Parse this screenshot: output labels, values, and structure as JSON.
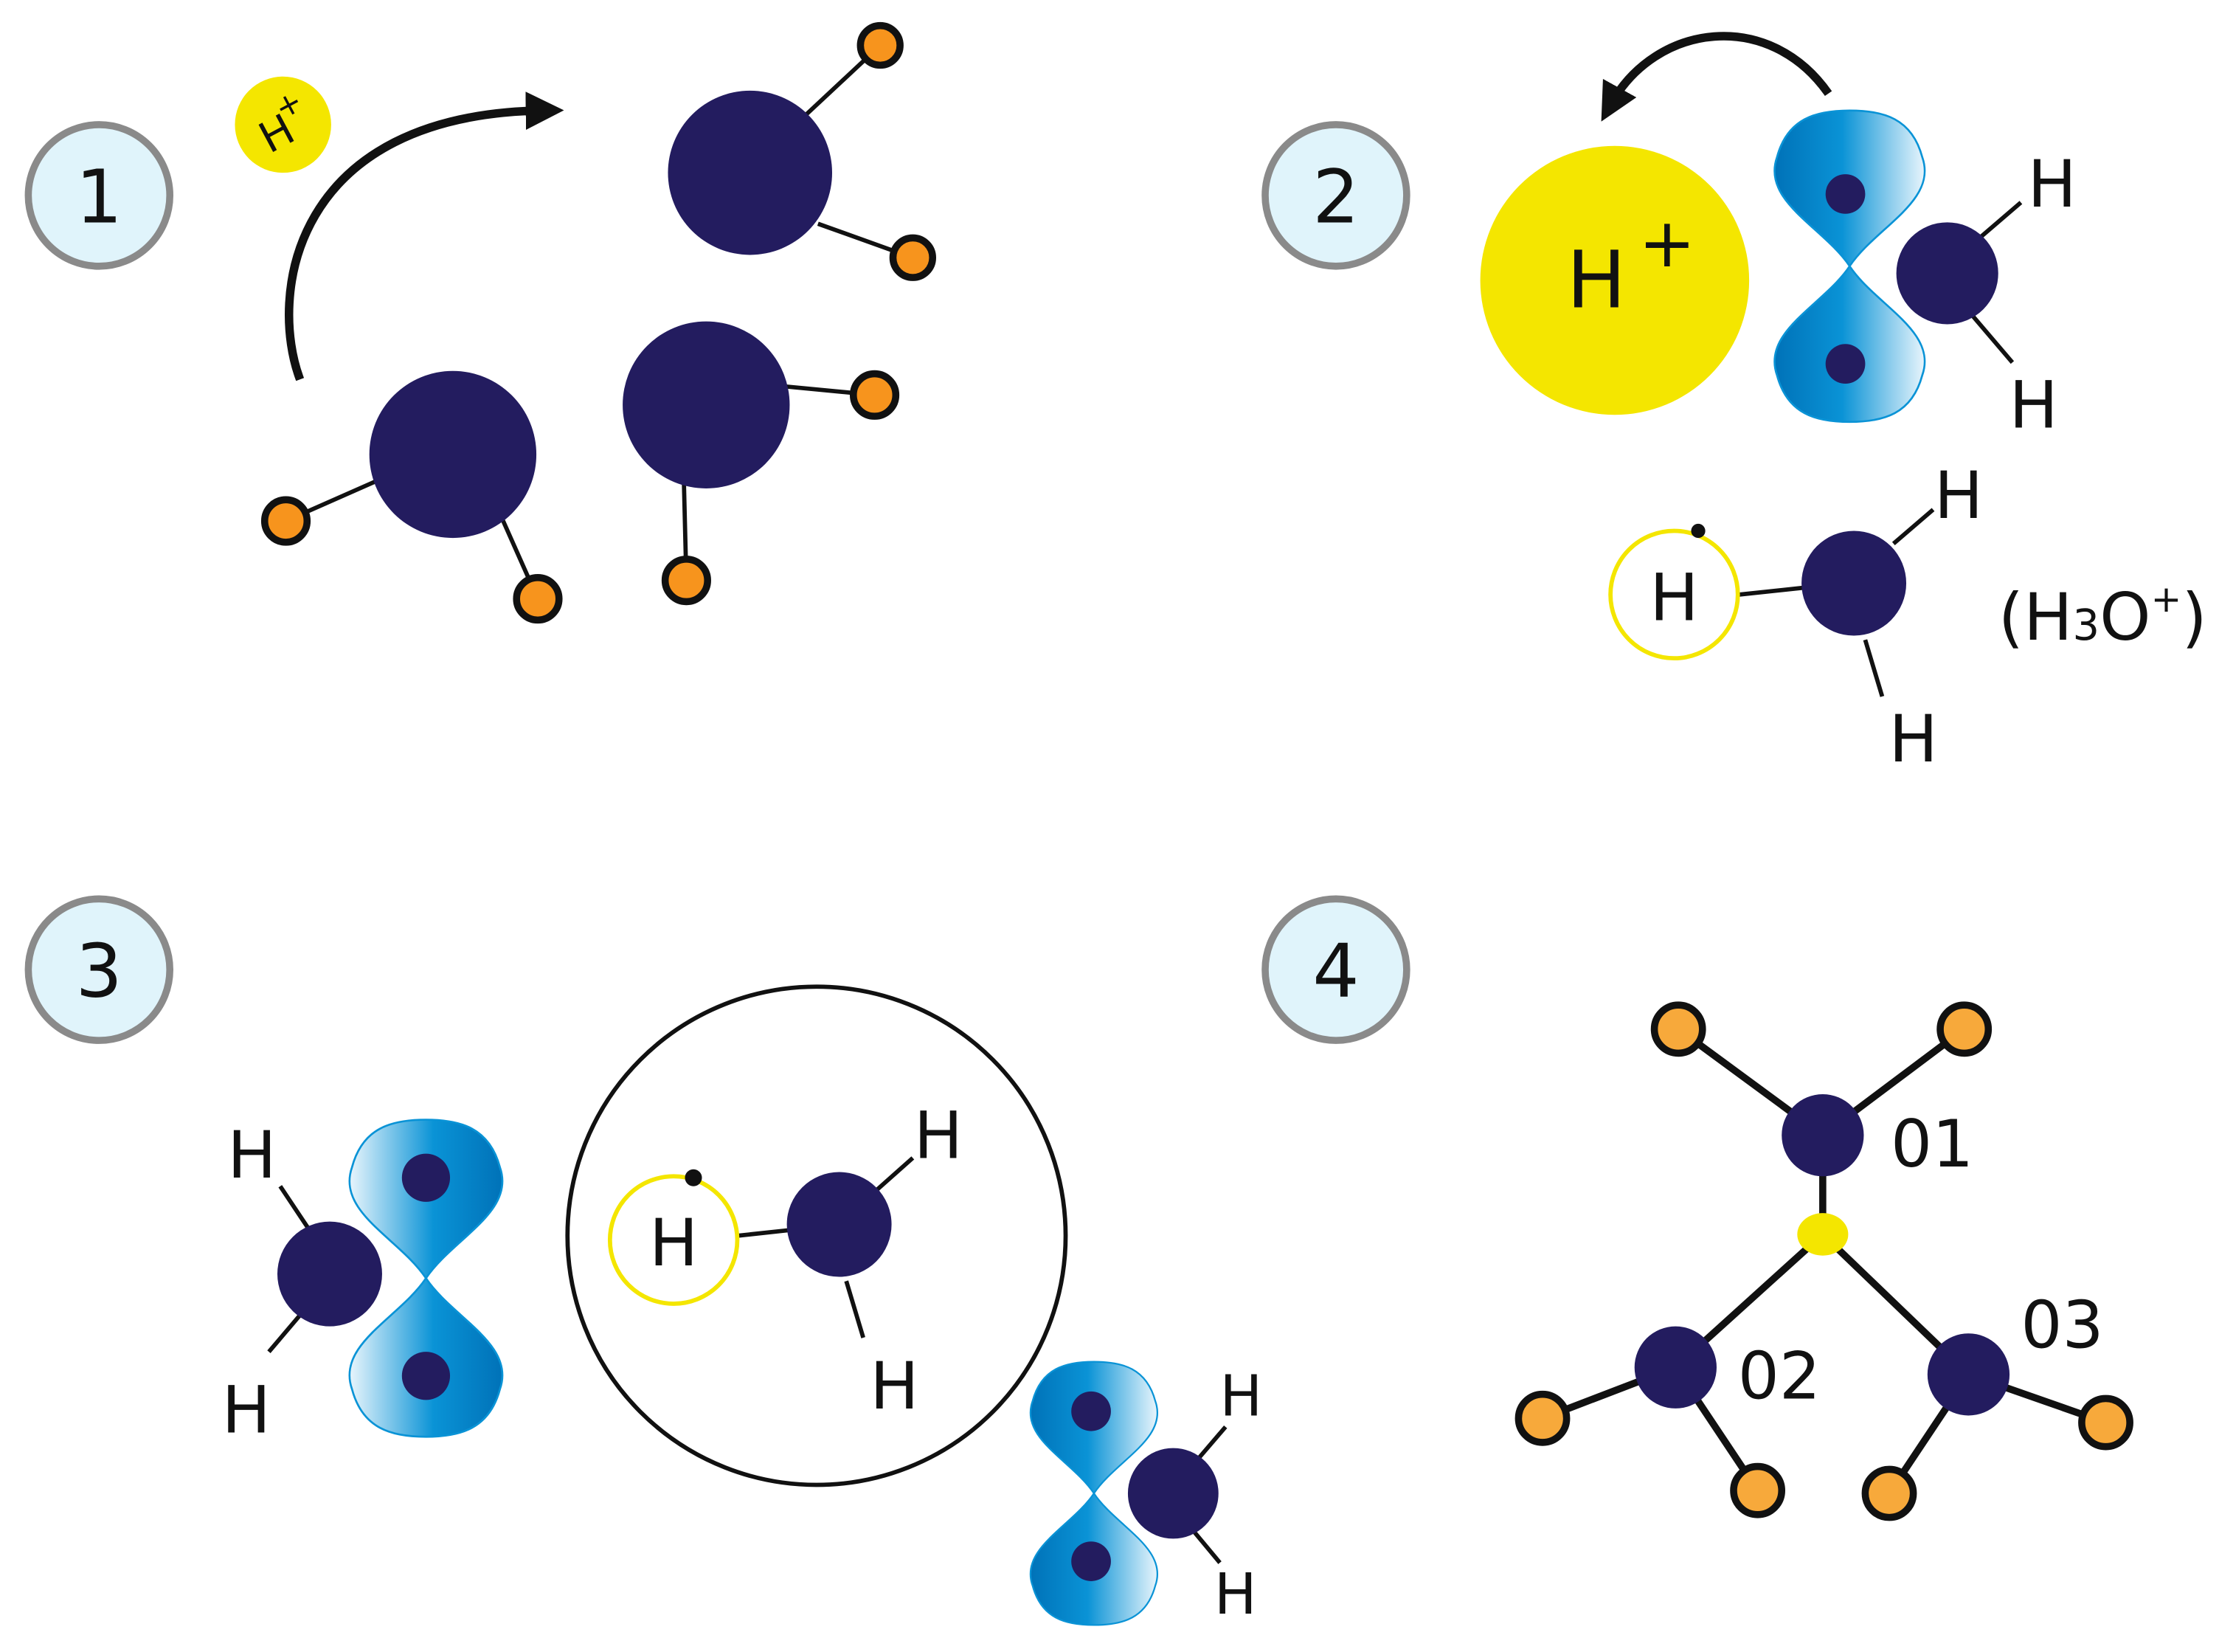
{
  "colors": {
    "oxygen": "#231c5f",
    "hydrogen": "#f7941d",
    "hydrogen_light": "#f7a93b",
    "proton": "#f4e600",
    "orbital": "#0088cc",
    "badge_fill": "#e0f4fb",
    "badge_stroke": "#8a8a8a",
    "ink": "#111111"
  },
  "panels": [
    {
      "number": "1"
    },
    {
      "number": "2"
    },
    {
      "number": "3"
    },
    {
      "number": "4"
    }
  ],
  "labels": {
    "proton_small": "H",
    "proton_small_charge": "+",
    "proton_big": "H",
    "proton_big_charge": "+",
    "hydrogen": "H",
    "hydronium_open": "(H",
    "hydronium_sub": "3",
    "hydronium_o": "O",
    "hydronium_charge": "+",
    "hydronium_close": ")",
    "oxygen_1": "01",
    "oxygen_2": "02",
    "oxygen_3": "03"
  },
  "icons": [
    "proton-icon",
    "water-molecule-icon",
    "lone-pair-orbital-icon",
    "reaction-arrow-icon"
  ]
}
